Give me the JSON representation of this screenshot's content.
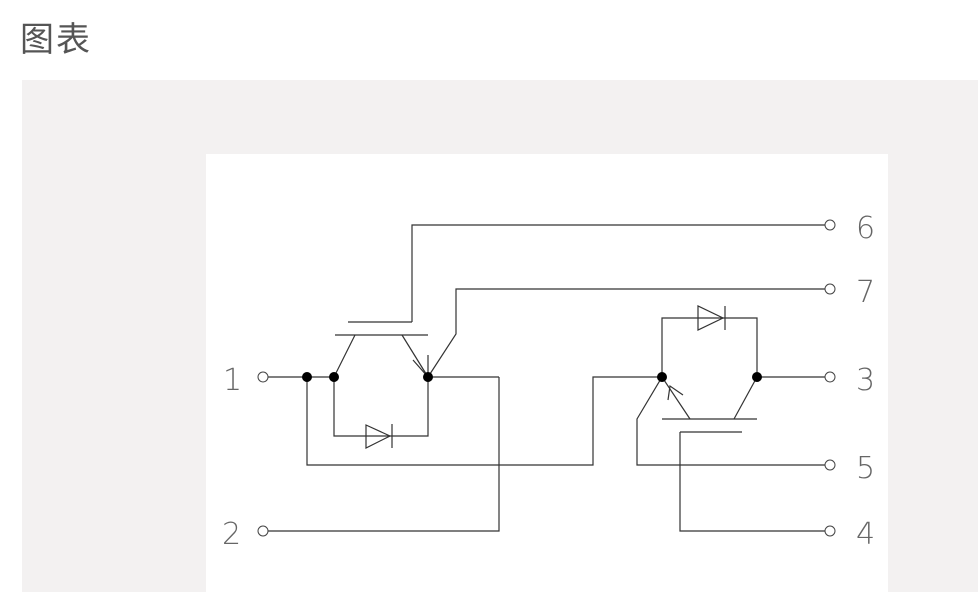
{
  "header": {
    "title": "图表"
  },
  "diagram": {
    "pins": {
      "p1": "1",
      "p2": "2",
      "p3": "3",
      "p4": "4",
      "p5": "5",
      "p6": "6",
      "p7": "7"
    }
  }
}
